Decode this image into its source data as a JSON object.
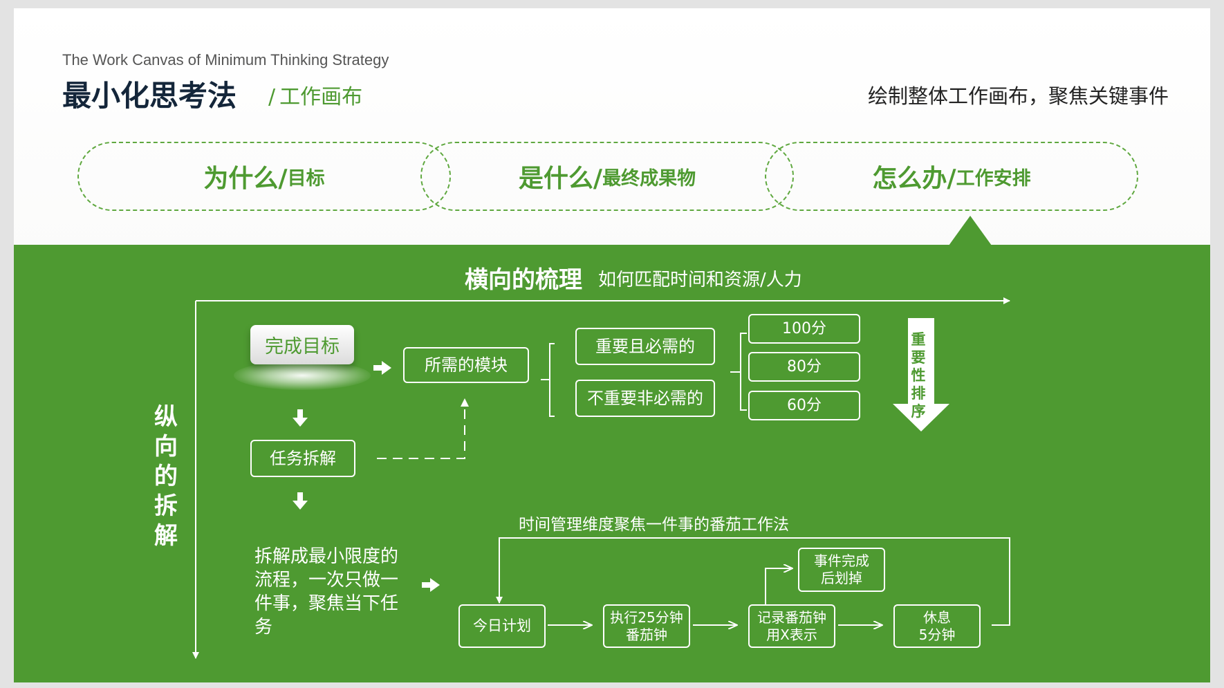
{
  "header": {
    "subtitle": "The Work Canvas of  Minimum Thinking Strategy",
    "title": "最小化思考法",
    "title_slash": "/",
    "title_sub": "工作画布",
    "tagline": "绘制整体工作画布，聚焦关键事件"
  },
  "pills": [
    {
      "big": "为什么/",
      "small": "目标"
    },
    {
      "big": "是什么/",
      "small": "最终成果物"
    },
    {
      "big": "怎么办/",
      "small": "工作安排"
    }
  ],
  "horizontal": {
    "title": "横向的梳理",
    "subtitle": "如何匹配时间和资源/人力"
  },
  "vertical": {
    "title": "纵向的拆解"
  },
  "flow": {
    "goal": "完成目标",
    "modules": "所需的模块",
    "task_split": "任务拆解",
    "split_desc": "拆解成最小限度的流程，一次只做一件事，聚焦当下任务",
    "important": "重要且必需的",
    "unimportant": "不重要非必需的",
    "scores": [
      "100分",
      "80分",
      "60分"
    ],
    "ranking": "重要性排序"
  },
  "pomodoro": {
    "title": "时间管理维度聚焦一件事的番茄工作法",
    "steps": [
      "今日计划",
      "执行25分钟\n番茄钟",
      "记录番茄钟\n用X表示",
      "休息\n5分钟"
    ],
    "done": "事件完成\n后划掉"
  },
  "colors": {
    "green": "#4e9a31",
    "white": "#ffffff",
    "dark": "#14263a"
  }
}
